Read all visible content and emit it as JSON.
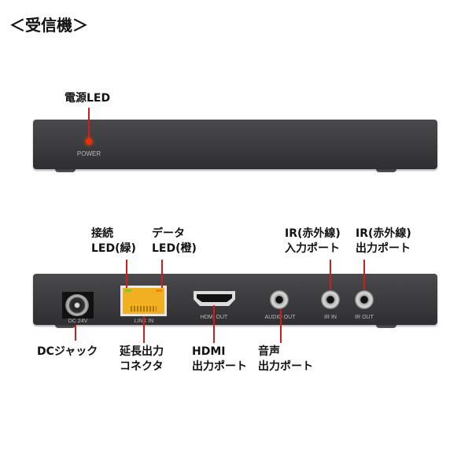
{
  "title": "＜受信機＞",
  "front": {
    "power_led_label": "電源LED",
    "power_text": "POWER",
    "led_color": "#ff2a00"
  },
  "rear": {
    "top_labels": {
      "link_led": [
        "接続",
        "LED(緑)"
      ],
      "data_led": [
        "データ",
        "LED(橙)"
      ],
      "ir_in": [
        "IR(赤外線)",
        "入力ポート"
      ],
      "ir_out": [
        "IR(赤外線)",
        "出力ポート"
      ]
    },
    "port_texts": {
      "dc": "DC 24V",
      "link": "LINK IN",
      "hdmi": "HDMI OUT",
      "audio": "AUDIO OUT",
      "ir_in": "IR IN",
      "ir_out": "IR OUT"
    },
    "bottom_labels": {
      "dc": "DCジャック",
      "link": [
        "延長出力",
        "コネクタ"
      ],
      "hdmi": [
        "HDMI",
        "出力ポート"
      ],
      "audio": [
        "音声",
        "出力ポート"
      ]
    }
  },
  "colors": {
    "accent_line": "#d01c1c",
    "device": "#3a3a3c",
    "rj45": "#f0b020"
  }
}
